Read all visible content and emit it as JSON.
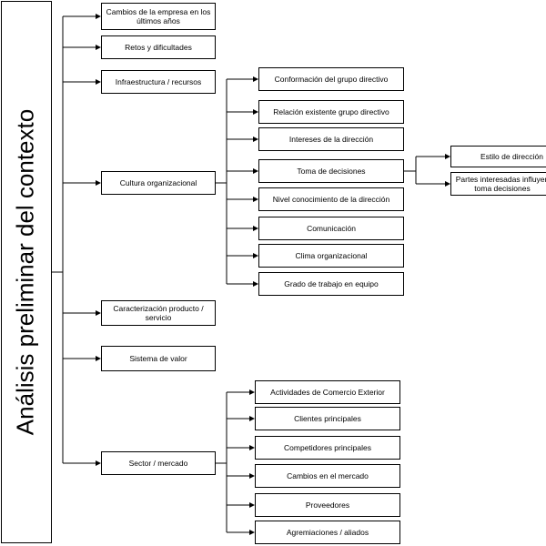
{
  "root": {
    "label": "Análisis preliminar del contexto"
  },
  "categories": [
    {
      "id": "cambios",
      "label": "Cambios de la empresa en los últimos años"
    },
    {
      "id": "retos",
      "label": "Retos y dificultades"
    },
    {
      "id": "infraestructura",
      "label": "Infraestructura / recursos"
    },
    {
      "id": "cultura",
      "label": "Cultura organizacional"
    },
    {
      "id": "caracterizacion",
      "label": "Caracterización producto / servicio"
    },
    {
      "id": "sistema",
      "label": "Sistema de valor"
    },
    {
      "id": "sector",
      "label": "Sector / mercado"
    }
  ],
  "cultura_items": [
    {
      "label": "Conformación del grupo directivo"
    },
    {
      "label": "Relación existente grupo directivo"
    },
    {
      "label": "Intereses de la dirección"
    },
    {
      "label": "Toma de decisiones"
    },
    {
      "label": "Nivel conocimiento de la dirección"
    },
    {
      "label": "Comunicación"
    },
    {
      "label": "Clima organizacional"
    },
    {
      "label": "Grado de trabajo en equipo"
    }
  ],
  "decisiones_items": [
    {
      "label": "Estilo de dirección"
    },
    {
      "label": "Partes interesadas influyen toma decisiones"
    }
  ],
  "sector_items": [
    {
      "label": "Actividades de Comercio Exterior"
    },
    {
      "label": "Clientes principales"
    },
    {
      "label": "Competidores principales"
    },
    {
      "label": "Cambios en el mercado"
    },
    {
      "label": "Proveedores"
    },
    {
      "label": "Agremiaciones / aliados"
    }
  ],
  "colors": {
    "line": "#000000",
    "box_border": "#000000",
    "background": "#ffffff"
  }
}
